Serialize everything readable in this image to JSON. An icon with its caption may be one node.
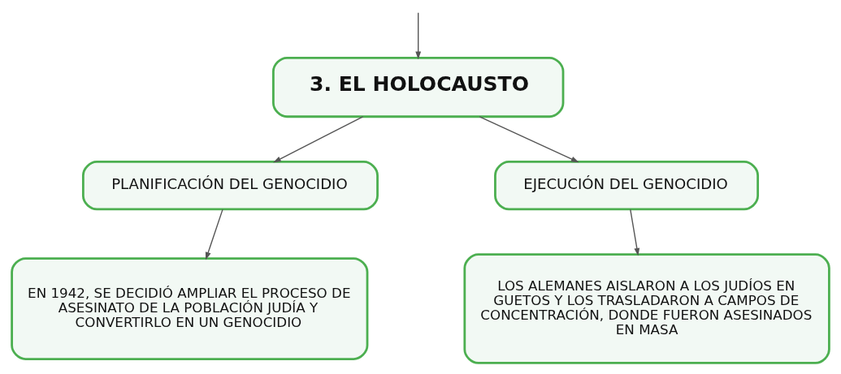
{
  "diagram": {
    "nodes": [
      {
        "text": [
          "3. EL HOLOCAUSTO"
        ]
      },
      {
        "text": [
          "PLANIFICACIÓN DEL GENOCIDIO"
        ]
      },
      {
        "text": [
          "EJECUCIÓN DEL GENOCIDIO"
        ]
      },
      {
        "text": [
          "EN 1942, SE DECIDIÓ AMPLIAR EL PROCESO DE ASESINATO DE LA POBLACIÓN JUDÍA Y CONVERTIRLO EN UN GENOCIDIO"
        ]
      },
      {
        "text": [
          "LOS ALEMANES AISLARON A LOS JUDÍOS EN GUETOS Y LOS TRASLADARON A CAMPOS DE CONCENTRACIÓN, DONDE FUERON ASESINADOS EN MASA"
        ]
      }
    ],
    "edges": [
      {
        "from": null,
        "to": 0,
        "arrow": "to"
      },
      {
        "from": 0,
        "to": 1,
        "arrow": "to"
      },
      {
        "from": 0,
        "to": 2,
        "arrow": "to"
      },
      {
        "from": 1,
        "to": 3,
        "arrow": "to"
      },
      {
        "from": 2,
        "to": 4,
        "arrow": "to"
      }
    ]
  }
}
